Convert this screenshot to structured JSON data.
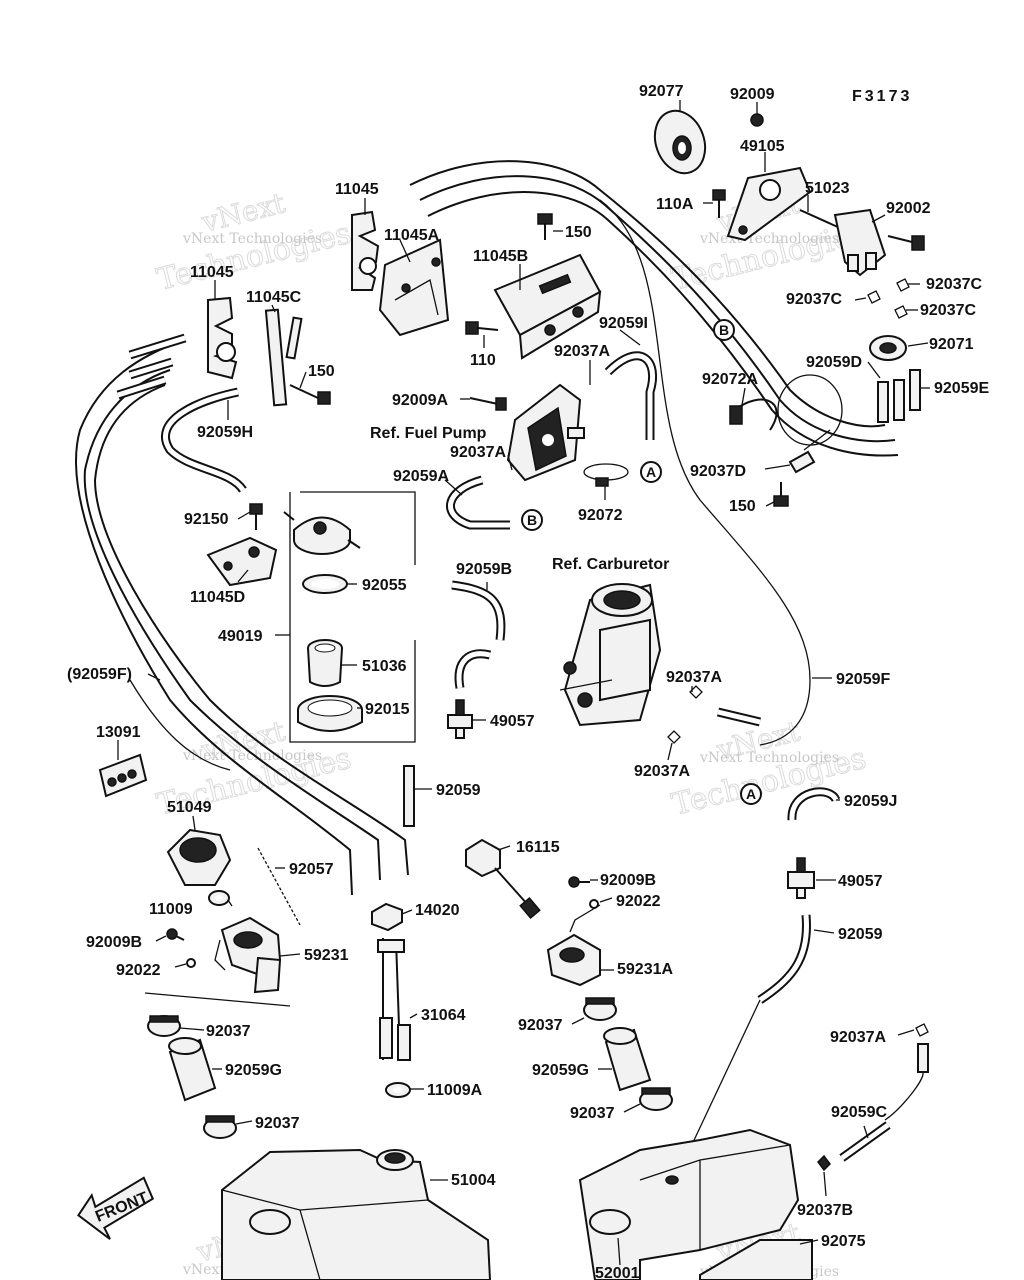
{
  "figure_code": "F3173",
  "watermark": {
    "line1": "vNext",
    "line2": "Technologies",
    "caption": "vNext Technologies"
  },
  "references": {
    "fuel_pump": "Ref. Fuel Pump",
    "carburetor": "Ref. Carburetor"
  },
  "front_arrow": "FRONT",
  "callouts": {
    "a": "A",
    "b": "B"
  },
  "parts": {
    "p92077": "92077",
    "p92009": "92009",
    "p49105": "49105",
    "p110A": "110A",
    "p51023": "51023",
    "p92002": "92002",
    "p92037C_1": "92037C",
    "p92037C_2": "92037C",
    "p92037C_3": "92037C",
    "p11045_a": "11045",
    "p11045A": "11045A",
    "p11045B": "11045B",
    "p150_a": "150",
    "p11045_b": "11045",
    "p11045C": "11045C",
    "p110": "110",
    "p92059I": "92059I",
    "p92037A_a": "92037A",
    "p150_b": "150",
    "p92009A": "92009A",
    "p92037A_b": "92037A",
    "p92059H": "92059H",
    "p92059A": "92059A",
    "p92072": "92072",
    "p92071": "92071",
    "p92059D": "92059D",
    "p92059E": "92059E",
    "p92072A": "92072A",
    "p92037D": "92037D",
    "p150_c": "150",
    "p92150": "92150",
    "p11045D": "11045D",
    "p92055": "92055",
    "p49019": "49019",
    "p51036": "51036",
    "p92015": "92015",
    "p92059B": "92059B",
    "p49057_a": "49057",
    "p92059F_paren": "(92059F)",
    "p92059F": "92059F",
    "p92037A_c": "92037A",
    "p92037A_d": "92037A",
    "p13091": "13091",
    "p51049": "51049",
    "p92059_a": "92059",
    "p92059J": "92059J",
    "p16115": "16115",
    "p92057": "92057",
    "p11009": "11009",
    "p92009B_a": "92009B",
    "p92022_a": "92022",
    "p59231": "59231",
    "p14020": "14020",
    "p92009B_b": "92009B",
    "p92022_b": "92022",
    "p59231A": "59231A",
    "p49057_b": "49057",
    "p92059_b": "92059",
    "p31064": "31064",
    "p92037_a": "92037",
    "p92059G_a": "92059G",
    "p92037_b": "92037",
    "p11009A": "11009A",
    "p92037_c": "92037",
    "p92059G_b": "92059G",
    "p92037_d": "92037",
    "p92037A_e": "92037A",
    "p92059C": "92059C",
    "p51004": "51004",
    "p92037B": "92037B",
    "p92075": "92075",
    "p52001": "52001"
  }
}
